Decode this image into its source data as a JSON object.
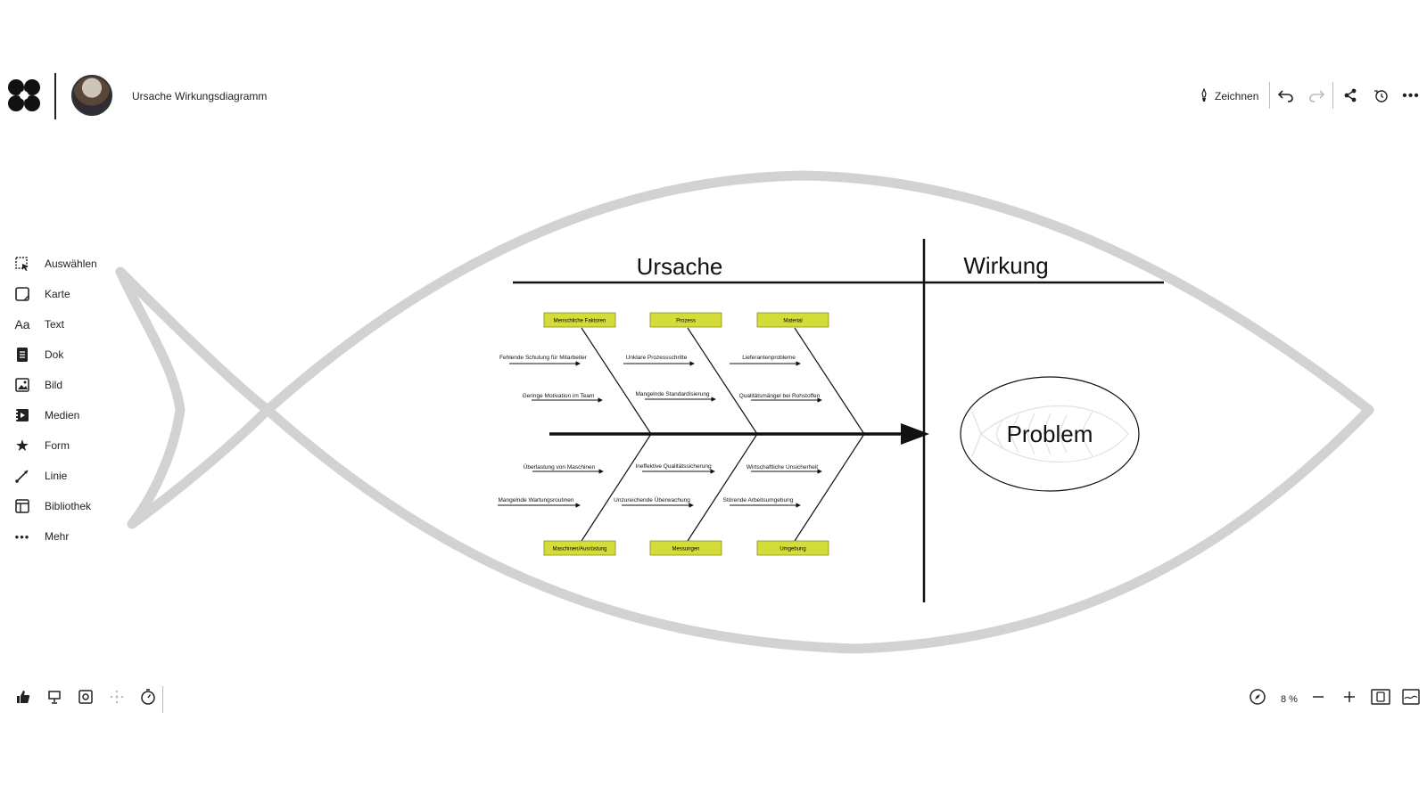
{
  "app": {
    "board_title": "Ursache Wirkungsdiagramm"
  },
  "top_toolbar": {
    "draw_label": "Zeichnen",
    "icons": [
      "brush-icon",
      "undo-icon",
      "redo-icon",
      "share-icon",
      "history-icon",
      "more-icon"
    ]
  },
  "left_toolbar": {
    "items": [
      {
        "label": "Auswählen",
        "icon": "select-icon"
      },
      {
        "label": "Karte",
        "icon": "card-icon"
      },
      {
        "label": "Text",
        "icon": "text-icon",
        "glyph": "Aa"
      },
      {
        "label": "Dok",
        "icon": "doc-icon"
      },
      {
        "label": "Bild",
        "icon": "image-icon"
      },
      {
        "label": "Medien",
        "icon": "media-icon"
      },
      {
        "label": "Form",
        "icon": "star-icon"
      },
      {
        "label": "Linie",
        "icon": "line-icon"
      },
      {
        "label": "Bibliothek",
        "icon": "library-icon"
      },
      {
        "label": "Mehr",
        "icon": "more-icon"
      }
    ]
  },
  "bottom_toolbar": {
    "zoom": "8 %"
  },
  "diagram": {
    "header_cause": "Ursache",
    "header_effect": "Wirkung",
    "problem": "Problem",
    "box_color": "#d4dc3a",
    "categories_top": [
      "Menschliche Faktoren",
      "Prozess",
      "Material"
    ],
    "categories_bottom": [
      "Maschinen/Ausrüstung",
      "Messungen",
      "Umgebung"
    ],
    "causes_top": [
      [
        "Fehlende Schulung für Mitarbeiter",
        "Geringe Motivation im Team"
      ],
      [
        "Unklare Prozessschritte",
        "Mangelnde Standardisierung"
      ],
      [
        "Lieferantenprobleme",
        "Qualitätsmängel bei Rohstoffen"
      ]
    ],
    "causes_bottom": [
      [
        "Überlastung von Maschinen",
        "Mangelnde Wartungsroutinen"
      ],
      [
        "Ineffektive Qualitätssicherung",
        "Unzureichende Überwachung"
      ],
      [
        "Wirtschaftliche Unsicherheit",
        "Störende Arbeitsumgebung"
      ]
    ]
  }
}
